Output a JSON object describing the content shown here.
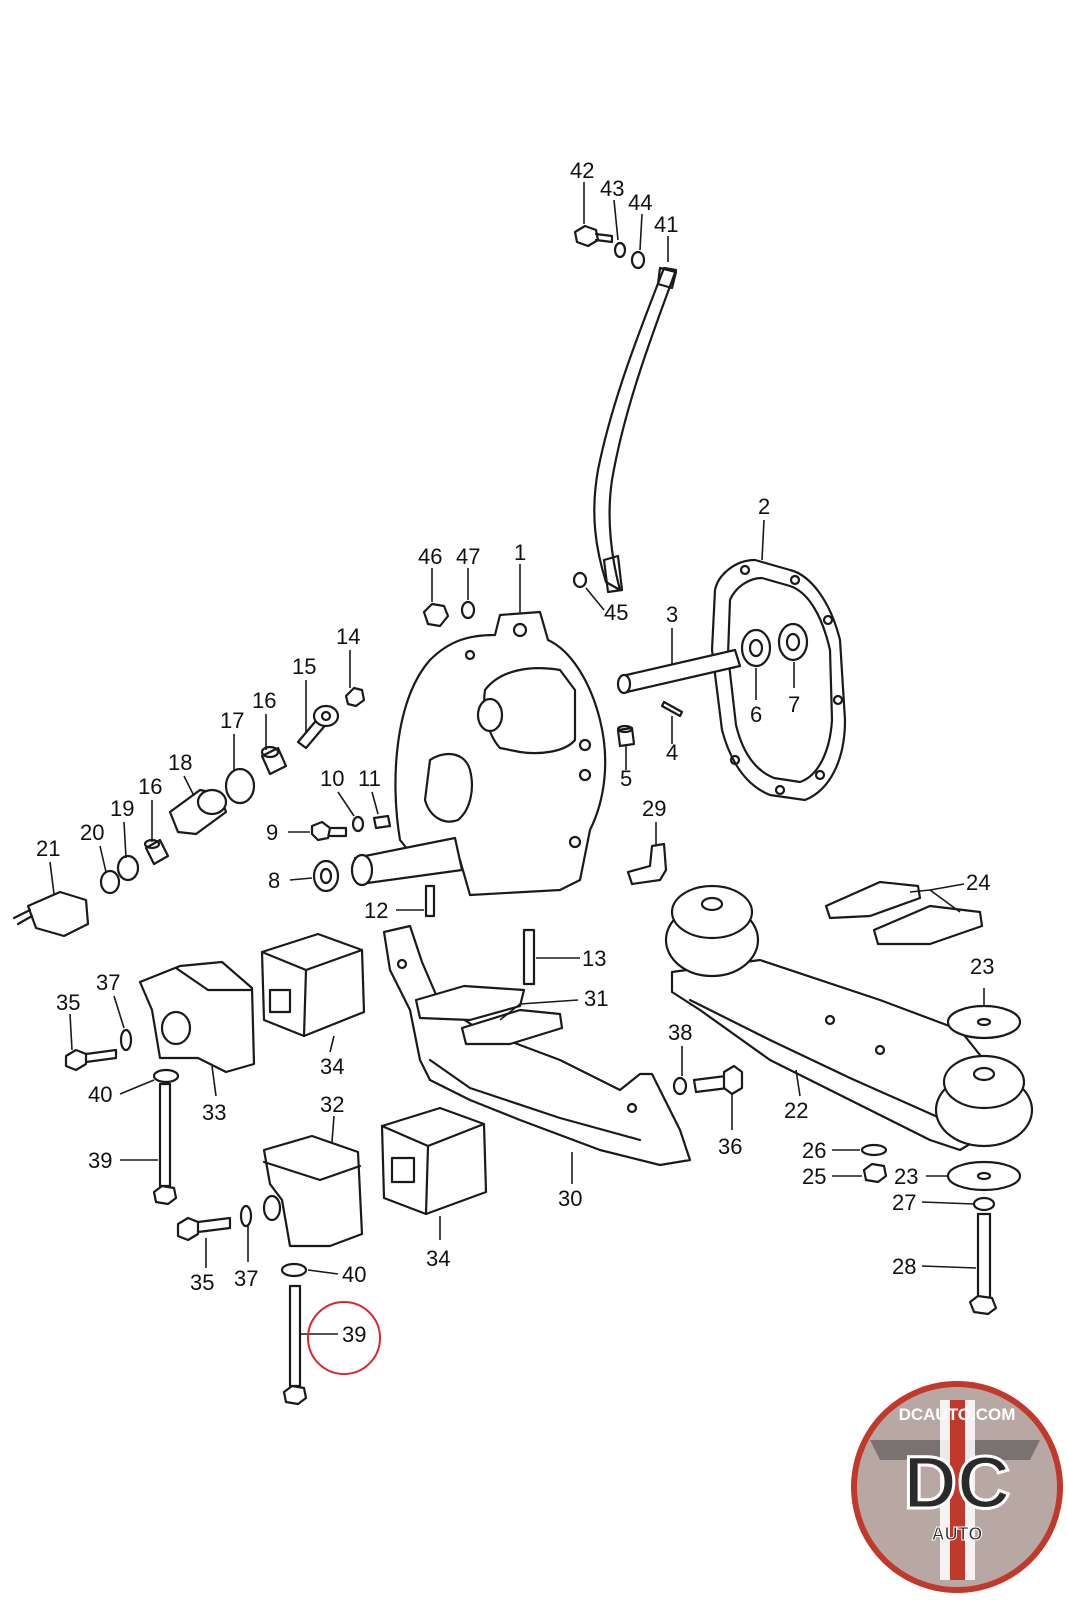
{
  "diagram": {
    "highlighted_callout": "39",
    "highlight_color": "#d9272e",
    "line_color": "#1a1a1a"
  },
  "callouts": [
    {
      "id": "c42",
      "label": "42"
    },
    {
      "id": "c43",
      "label": "43"
    },
    {
      "id": "c44",
      "label": "44"
    },
    {
      "id": "c41",
      "label": "41"
    },
    {
      "id": "c2",
      "label": "2"
    },
    {
      "id": "c46",
      "label": "46"
    },
    {
      "id": "c47",
      "label": "47"
    },
    {
      "id": "c1",
      "label": "1"
    },
    {
      "id": "c45",
      "label": "45"
    },
    {
      "id": "c3",
      "label": "3"
    },
    {
      "id": "c6",
      "label": "6"
    },
    {
      "id": "c7",
      "label": "7"
    },
    {
      "id": "c14",
      "label": "14"
    },
    {
      "id": "c15",
      "label": "15"
    },
    {
      "id": "c16a",
      "label": "16"
    },
    {
      "id": "c17",
      "label": "17"
    },
    {
      "id": "c18",
      "label": "18"
    },
    {
      "id": "c16b",
      "label": "16"
    },
    {
      "id": "c19",
      "label": "19"
    },
    {
      "id": "c20",
      "label": "20"
    },
    {
      "id": "c21",
      "label": "21"
    },
    {
      "id": "c4",
      "label": "4"
    },
    {
      "id": "c5",
      "label": "5"
    },
    {
      "id": "c10",
      "label": "10"
    },
    {
      "id": "c11",
      "label": "11"
    },
    {
      "id": "c9",
      "label": "9"
    },
    {
      "id": "c29",
      "label": "29"
    },
    {
      "id": "c8",
      "label": "8"
    },
    {
      "id": "c24",
      "label": "24"
    },
    {
      "id": "c12",
      "label": "12"
    },
    {
      "id": "c13",
      "label": "13"
    },
    {
      "id": "c23a",
      "label": "23"
    },
    {
      "id": "c37a",
      "label": "37"
    },
    {
      "id": "c35a",
      "label": "35"
    },
    {
      "id": "c31",
      "label": "31"
    },
    {
      "id": "c34a",
      "label": "34"
    },
    {
      "id": "c38",
      "label": "38"
    },
    {
      "id": "c40a",
      "label": "40"
    },
    {
      "id": "c33",
      "label": "33"
    },
    {
      "id": "c22",
      "label": "22"
    },
    {
      "id": "c32",
      "label": "32"
    },
    {
      "id": "c36",
      "label": "36"
    },
    {
      "id": "c26",
      "label": "26"
    },
    {
      "id": "c39a",
      "label": "39"
    },
    {
      "id": "c25",
      "label": "25"
    },
    {
      "id": "c23b",
      "label": "23"
    },
    {
      "id": "c30",
      "label": "30"
    },
    {
      "id": "c27",
      "label": "27"
    },
    {
      "id": "c35b",
      "label": "35"
    },
    {
      "id": "c37b",
      "label": "37"
    },
    {
      "id": "c34b",
      "label": "34"
    },
    {
      "id": "c40b",
      "label": "40"
    },
    {
      "id": "c28",
      "label": "28"
    },
    {
      "id": "c39b",
      "label": "39"
    }
  ],
  "logo": {
    "url_text": "DCAUTO.COM",
    "monogram": "DC",
    "subtext": "AUTO",
    "ring_color": "#c0392b",
    "bg_color": "#b8a8a4"
  }
}
